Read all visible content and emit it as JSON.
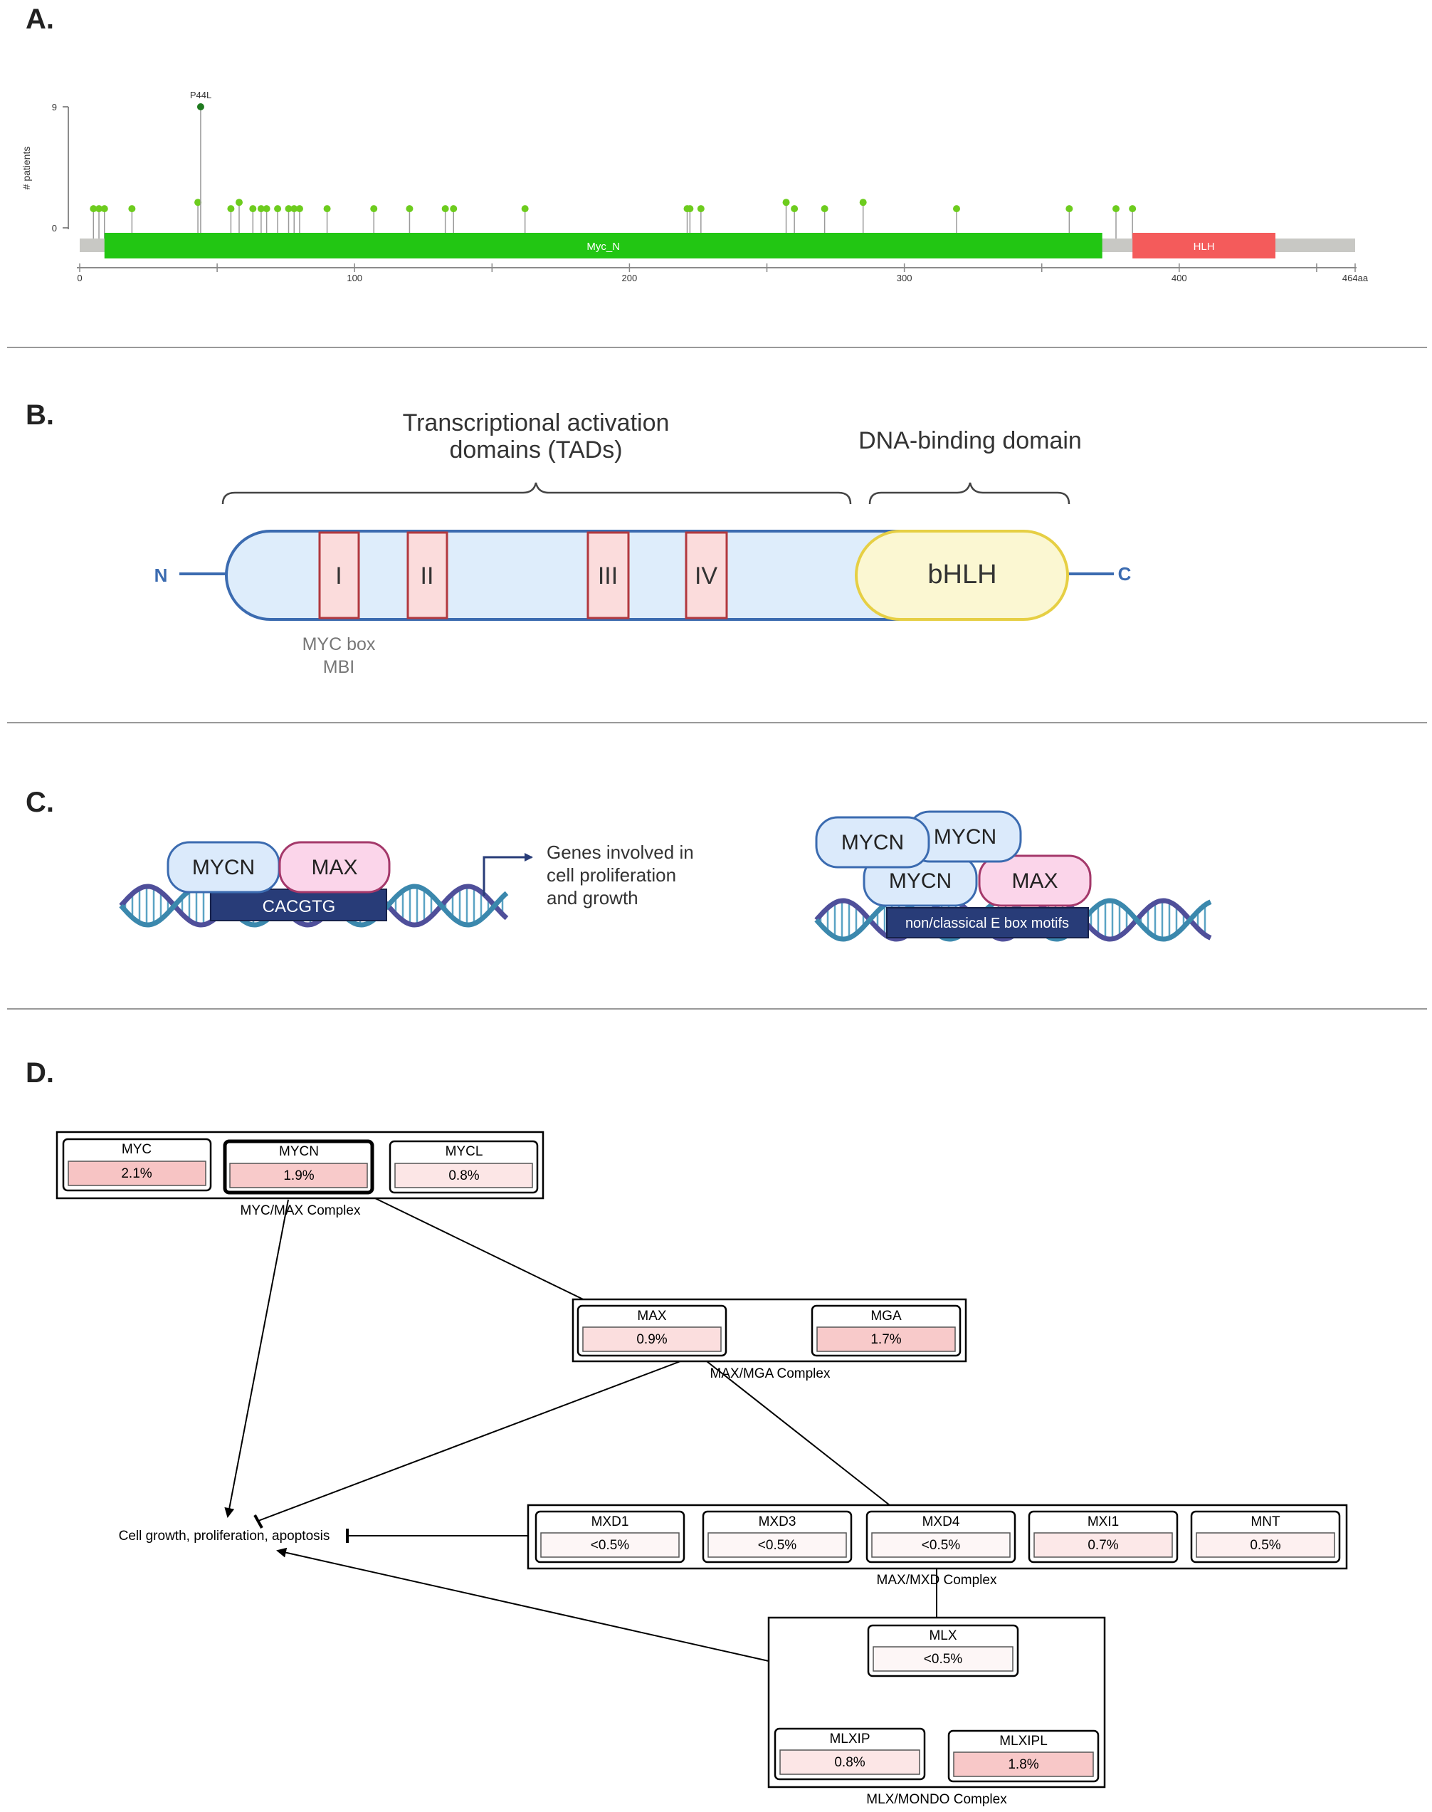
{
  "panel_labels": {
    "a": "A.",
    "b": "B.",
    "c": "C.",
    "d": "D."
  },
  "colors": {
    "mutation_dot": "#6dcc1e",
    "hotspot_dot": "#1f7a1f",
    "myc_n_domain": "#22c613",
    "hlh_domain": "#f45b5b",
    "backbone": "#c8c8c4",
    "protein_fill": "#deedfb",
    "protein_stroke": "#3b6bb0",
    "mb_fill": "#fbdcdc",
    "mb_stroke": "#b2383e",
    "bhlh_fill": "#fbf7d2",
    "bhlh_stroke": "#e6cf44",
    "mycn_fill": "#dbeafb",
    "max_fill": "#fbd5ea",
    "dna_box": "#283c78",
    "dna_strand_a": "#3b88ad",
    "dna_strand_b": "#4f4f9a"
  },
  "panel_a": {
    "y_axis_label": "# patients",
    "y_ticks": [
      "9",
      "0"
    ],
    "x_ticks": [
      "0",
      "100",
      "200",
      "300",
      "400",
      "464aa"
    ],
    "hotspot_label": "P44L",
    "domains": [
      {
        "name": "Myc_N",
        "start": 9,
        "end": 372
      },
      {
        "name": "HLH",
        "start": 383,
        "end": 435
      }
    ],
    "protein_length": 464,
    "chart_data": {
      "type": "lollipop",
      "xlabel": "",
      "ylabel": "# patients",
      "xlim": [
        0,
        464
      ],
      "ylim": [
        0,
        9
      ],
      "x": [
        5,
        7,
        9,
        19,
        43,
        44,
        55,
        58,
        63,
        66,
        68,
        72,
        76,
        78,
        80,
        90,
        107,
        120,
        133,
        136,
        162,
        221,
        222,
        226,
        257,
        260,
        271,
        285,
        319,
        360,
        377,
        383
      ],
      "y": [
        1,
        1,
        1,
        1,
        2,
        9,
        1,
        2,
        1,
        1,
        1,
        1,
        1,
        1,
        1,
        1,
        1,
        1,
        1,
        1,
        1,
        1,
        1,
        1,
        2,
        1,
        1,
        2,
        1,
        1,
        1,
        1
      ]
    }
  },
  "panel_b": {
    "title_tad_line1": "Transcriptional activation",
    "title_tad_line2": "domains (TADs)",
    "title_dbd": "DNA-binding domain",
    "n_label": "N",
    "c_label": "C",
    "boxes": [
      "I",
      "II",
      "III",
      "IV"
    ],
    "bhlh": "bHLH",
    "mb_line1": "MYC box",
    "mb_line2": "MBI"
  },
  "panel_c": {
    "left": {
      "mycn": "MYCN",
      "max": "MAX",
      "motif": "CACGTG"
    },
    "genes_line1": "Genes involved in",
    "genes_line2": "cell proliferation",
    "genes_line3": "and growth",
    "right": {
      "mycn1": "MYCN",
      "mycn2": "MYCN",
      "mycn3": "MYCN",
      "max": "MAX",
      "motif": "non/classical E box motifs"
    }
  },
  "panel_d": {
    "myc_max": {
      "label": "MYC/MAX Complex",
      "genes": [
        {
          "name": "MYC",
          "pct": "2.1%",
          "color": "#f7c4c4"
        },
        {
          "name": "MYCN",
          "pct": "1.9%",
          "color": "#f8caca"
        },
        {
          "name": "MYCL",
          "pct": "0.8%",
          "color": "#fce6e6"
        }
      ]
    },
    "max_mga": {
      "label": "MAX/MGA Complex",
      "genes": [
        {
          "name": "MAX",
          "pct": "0.9%",
          "color": "#fbdede"
        },
        {
          "name": "MGA",
          "pct": "1.7%",
          "color": "#f8caca"
        }
      ]
    },
    "max_mxd": {
      "label": "MAX/MXD Complex",
      "genes": [
        {
          "name": "MXD1",
          "pct": "<0.5%",
          "color": "#fdf6f6"
        },
        {
          "name": "MXD3",
          "pct": "<0.5%",
          "color": "#fdf6f6"
        },
        {
          "name": "MXD4",
          "pct": "<0.5%",
          "color": "#fdf6f6"
        },
        {
          "name": "MXI1",
          "pct": "0.7%",
          "color": "#fce8e8"
        },
        {
          "name": "MNT",
          "pct": "0.5%",
          "color": "#fdf0f0"
        }
      ]
    },
    "mlx_mondo": {
      "label": "MLX/MONDO Complex",
      "mlx": {
        "name": "MLX",
        "pct": "<0.5%",
        "color": "#fdf6f6"
      },
      "mlxip": {
        "name": "MLXIP",
        "pct": "0.8%",
        "color": "#fce6e6"
      },
      "mlxipl": {
        "name": "MLXIPL",
        "pct": "1.8%",
        "color": "#f8c8c8"
      }
    },
    "outcome": "Cell growth, proliferation, apoptosis"
  }
}
